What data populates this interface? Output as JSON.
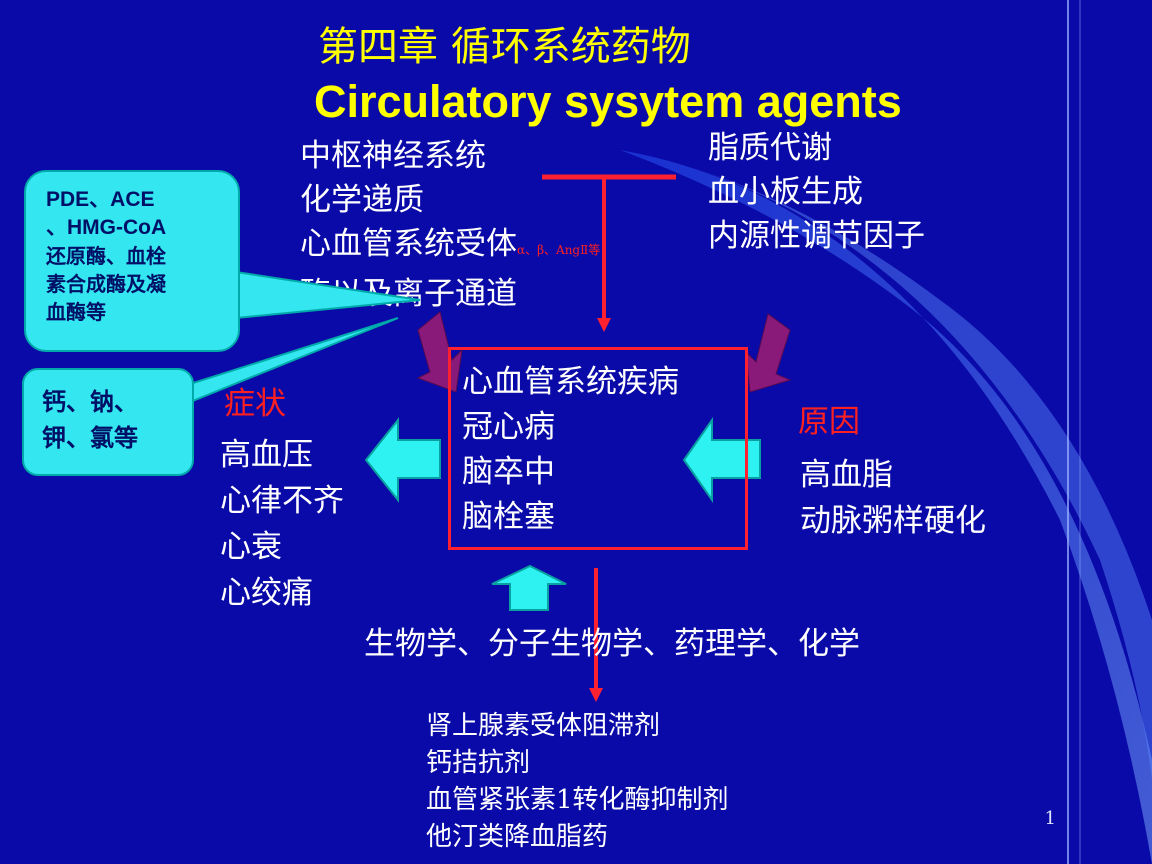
{
  "title_cn": "第四章 循环系统药物",
  "title_en": "Circulatory sysytem agents",
  "left_top": {
    "lines": [
      "中枢神经系统",
      "化学递质",
      "心血管系统受体",
      "酶以及离子通道"
    ],
    "receptor_note": "α、β、AngⅡ等"
  },
  "right_top": {
    "lines": [
      "脂质代谢",
      "血小板生成",
      "内源性调节因子"
    ]
  },
  "callout_enzymes": {
    "line1": "PDE、ACE",
    "line2": "、HMG-CoA",
    "line3": "还原酶、血栓",
    "line4": "素合成酶及凝",
    "line5": "血酶等"
  },
  "callout_ions": {
    "line1": "钙、钠、",
    "line2": "钾、氯等"
  },
  "symptoms": {
    "label": "症状",
    "items": [
      "高血压",
      "心律不齐",
      "心衰",
      "心绞痛"
    ]
  },
  "diseases": {
    "items": [
      "心血管系统疾病",
      "冠心病",
      "脑卒中",
      "脑栓塞"
    ]
  },
  "causes": {
    "label": "原因",
    "items": [
      "高血脂",
      "动脉粥样硬化"
    ]
  },
  "disciplines": "生物学、分子生物学、药理学、化学",
  "drugs": {
    "items": [
      "肾上腺素受体阻滞剂",
      "钙拮抗剂",
      "血管紧张素1转化酶抑制剂",
      "他汀类降血脂药"
    ]
  },
  "page_number": "1",
  "colors": {
    "background": "#0a0aa8",
    "title": "#ffff00",
    "callout": "#33e6f0",
    "accent_red": "#ff2020",
    "arrow_cyan": "#2ef2f2",
    "arrow_purple": "#8a1a7a"
  }
}
